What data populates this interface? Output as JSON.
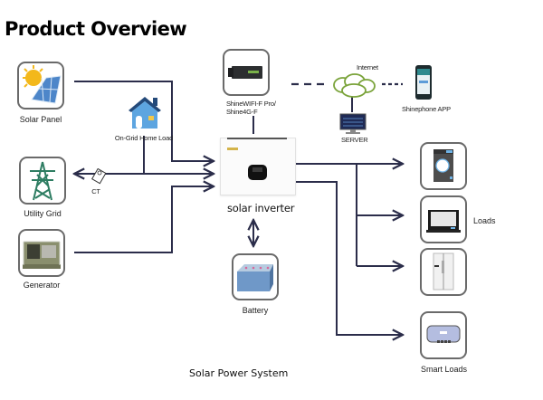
{
  "title": "Product Overview",
  "footer": "Solar Power System",
  "sources": {
    "solar_panel": "Solar Panel",
    "home_load": "On-Grid Home Load",
    "ct": "CT",
    "utility_grid": "Utility Grid",
    "generator": "Generator"
  },
  "center": {
    "monitor_line1": "ShineWIFI-F Pro/",
    "monitor_line2": "Shine4G-F",
    "internet": "Internet",
    "server": "SERVER",
    "app": "Shinephone APP",
    "inverter": "solar inverter",
    "battery": "Battery"
  },
  "outputs": {
    "loads": "Loads",
    "smart_loads": "Smart Loads"
  },
  "colors": {
    "wire": "#2b2d4a",
    "box_border": "#6a6a6a",
    "cloud": "#7aa33a"
  }
}
